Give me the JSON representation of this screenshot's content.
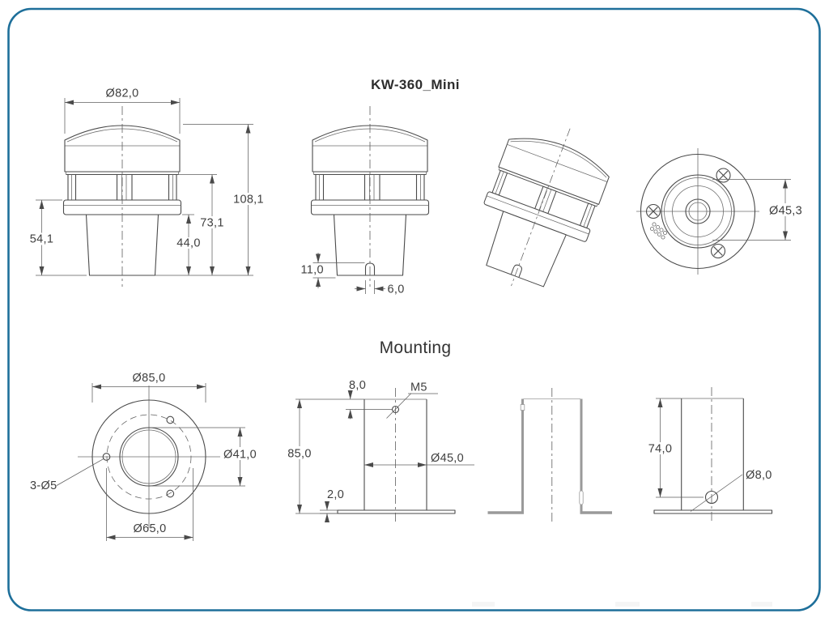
{
  "page": {
    "accent_color": "#1e6f9a",
    "background": "#ffffff"
  },
  "titles": {
    "product": "KW-360_Mini",
    "mounting": "Mounting"
  },
  "device_views": {
    "front": {
      "dims": {
        "cap_diameter": "Ø82,0",
        "total_height": "108,1",
        "body_height": "73,1",
        "base_height": "44,0",
        "flange_to_bottom": "54,1"
      }
    },
    "front_alt": {
      "dims": {
        "slot_height": "11,0",
        "slot_width": "6,0"
      }
    },
    "bottom": {
      "dims": {
        "tube_diameter": "Ø45,3"
      }
    }
  },
  "mounting_views": {
    "flange": {
      "dims": {
        "outer_diameter": "Ø85,0",
        "bore_diameter": "Ø41,0",
        "screw_holes": "3-Ø5",
        "bolt_circle_diameter": "Ø65,0"
      }
    },
    "side": {
      "dims": {
        "hole_offset": "8,0",
        "thread_size": "M5",
        "height": "85,0",
        "tube_diameter": "Ø45,0",
        "plate_thickness": "2,0"
      }
    },
    "side_alt": {
      "dims": {
        "hole_height": "74,0",
        "cable_hole_diameter": "Ø8,0"
      }
    }
  }
}
